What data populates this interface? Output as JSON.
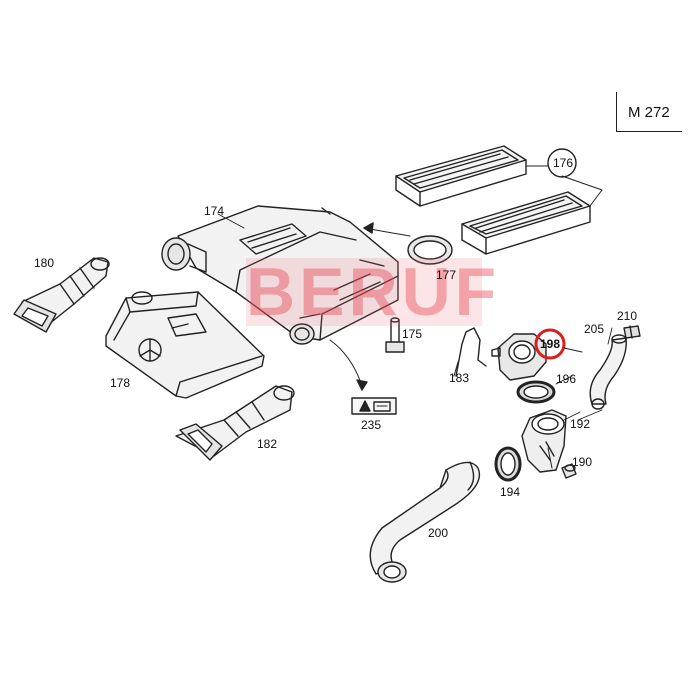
{
  "model": "M 272",
  "watermark": "BERUF",
  "highlight_color": "#d8201c",
  "watermark_color": "#e64650",
  "callouts": {
    "c174": "174",
    "c176": "176",
    "c177": "177",
    "c175": "175",
    "c180": "180",
    "c178": "178",
    "c182": "182",
    "c235": "235",
    "c183": "183",
    "c198": "198",
    "c196": "196",
    "c205": "205",
    "c210": "210",
    "c192": "192",
    "c190": "190",
    "c194": "194",
    "c200": "200"
  }
}
